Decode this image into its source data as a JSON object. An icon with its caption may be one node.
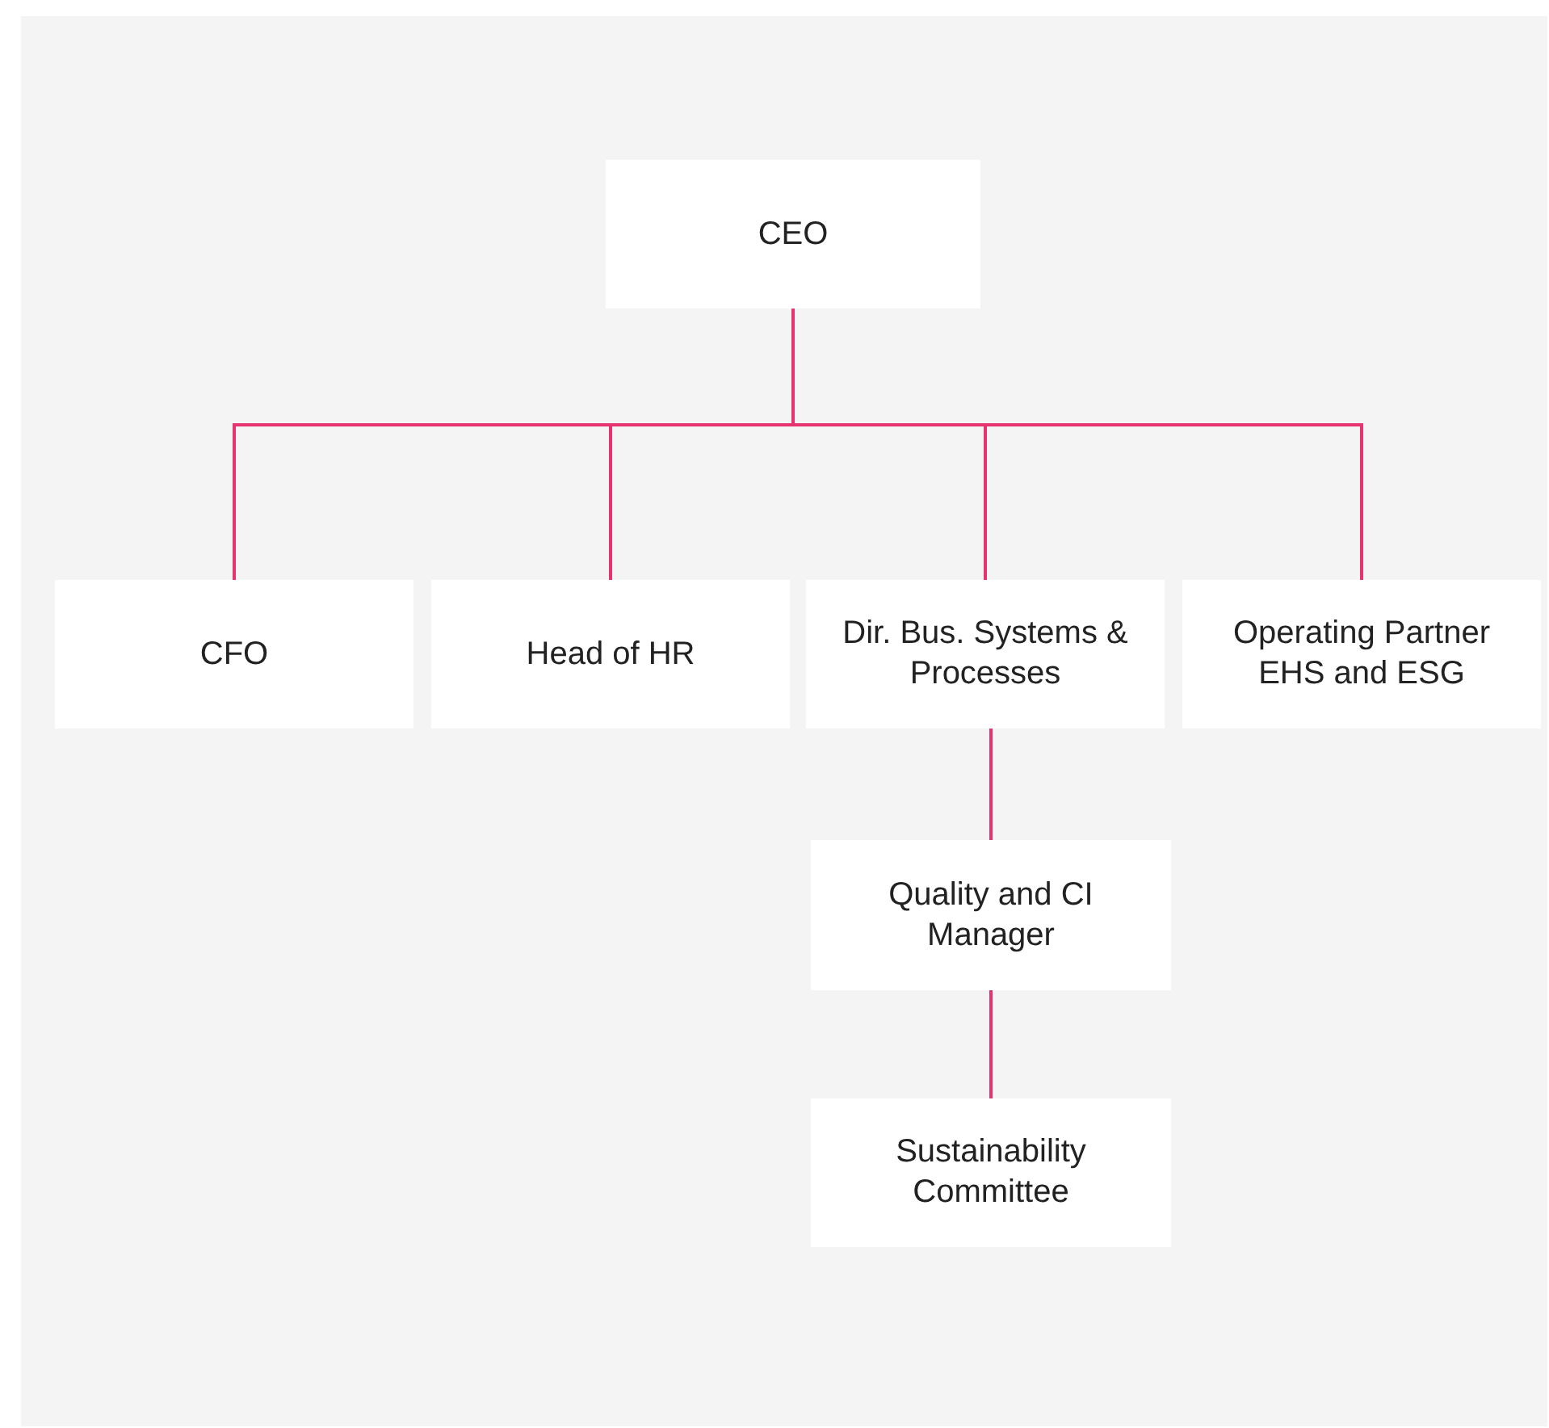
{
  "diagram": {
    "nodes": [
      {
        "text": [
          "CEO"
        ]
      },
      {
        "text": [
          "CFO"
        ]
      },
      {
        "text": [
          "Head of HR"
        ]
      },
      {
        "text": [
          "Dir. Bus. Systems & Processes"
        ]
      },
      {
        "text": [
          "Operating Partner EHS and ESG"
        ]
      },
      {
        "text": [
          "Quality and CI Manager"
        ]
      },
      {
        "text": [
          "Sustainability Committee"
        ]
      }
    ],
    "edges": [
      {
        "from": 0,
        "to": 1,
        "arrow": "none"
      },
      {
        "from": 0,
        "to": 2,
        "arrow": "none"
      },
      {
        "from": 0,
        "to": 3,
        "arrow": "none"
      },
      {
        "from": 0,
        "to": 4,
        "arrow": "none"
      },
      {
        "from": 3,
        "to": 5,
        "arrow": "none"
      },
      {
        "from": 5,
        "to": 6,
        "arrow": "none"
      }
    ]
  }
}
